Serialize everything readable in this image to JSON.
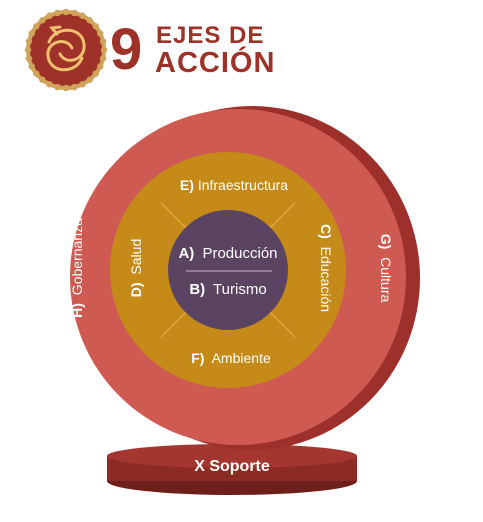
{
  "header": {
    "number": "9",
    "line1": "EJES DE",
    "line2": "ACCIÓN"
  },
  "diagram": {
    "center": {
      "top": {
        "letter": "A)",
        "name": "Producción"
      },
      "bottom": {
        "letter": "B)",
        "name": "Turismo"
      }
    },
    "middle_ring": [
      {
        "letter": "C)",
        "name": "Educación"
      },
      {
        "letter": "D)",
        "name": "Salud"
      },
      {
        "letter": "E)",
        "name": "Infraestructura"
      },
      {
        "letter": "F)",
        "name": "Ambiente"
      }
    ],
    "outer_ring": [
      {
        "letter": "G)",
        "name": "Cultura"
      },
      {
        "letter": "H)",
        "name": "Gobernanza"
      }
    ],
    "base": {
      "label": "X Soporte"
    }
  },
  "colors": {
    "brand": "#9e3228",
    "outer_ring": "#cf5a52",
    "outer_ring_shadow": "#9e302c",
    "middle_ring": "#c58a18",
    "center": "#5a4462",
    "base": "#8c2a24",
    "logo_border": "#cfa35a"
  }
}
